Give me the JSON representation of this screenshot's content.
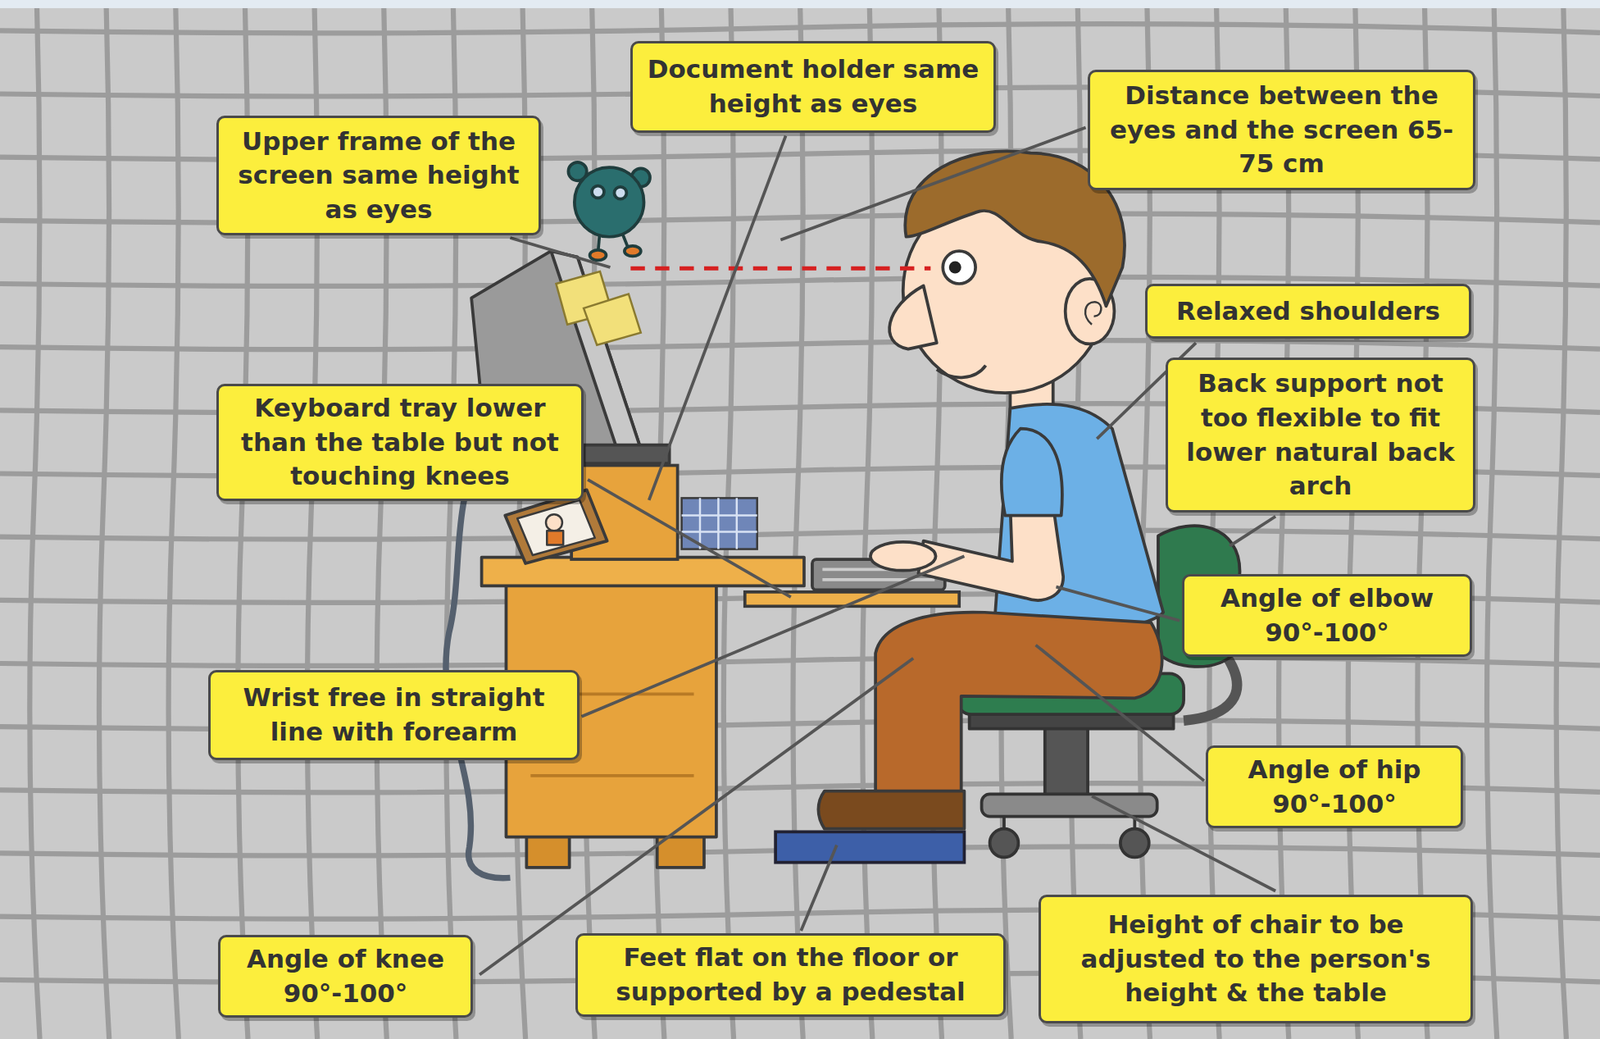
{
  "diagram": {
    "nodes": [
      {
        "text": [
          "Document holder same height as eyes"
        ]
      },
      {
        "text": [
          "Distance between the eyes and the screen 65-75 cm"
        ]
      },
      {
        "text": [
          "Upper frame of the screen same height as eyes"
        ]
      },
      {
        "text": [
          "Relaxed shoulders"
        ]
      },
      {
        "text": [
          "Back support not too flexible to fit lower natural back arch"
        ]
      },
      {
        "text": [
          "Keyboard tray lower than the table but not touching knees"
        ]
      },
      {
        "text": [
          "Angle of elbow 90°-100°"
        ]
      },
      {
        "text": [
          "Wrist free in straight line with forearm"
        ]
      },
      {
        "text": [
          "Angle of hip 90°-100°"
        ]
      },
      {
        "text": [
          "Angle of knee 90°-100°"
        ]
      },
      {
        "text": [
          "Feet flat on the floor or supported by a pedestal"
        ]
      },
      {
        "text": [
          "Height of chair to be adjusted to the person's height & the table"
        ]
      }
    ]
  }
}
